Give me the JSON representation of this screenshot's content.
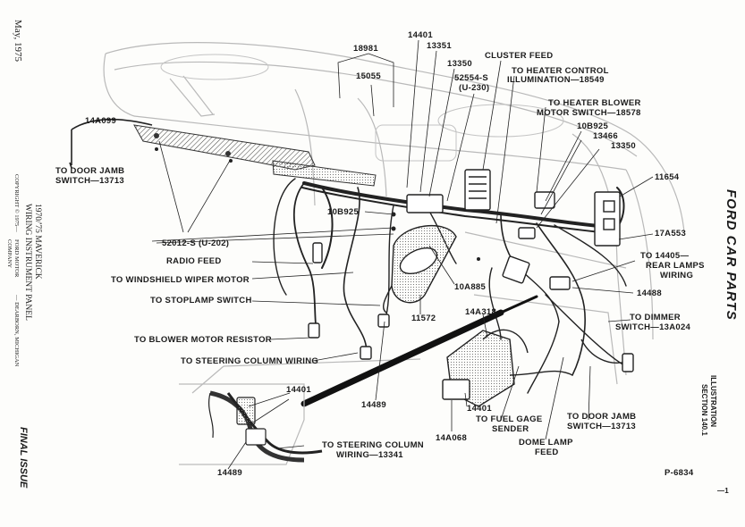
{
  "margin": {
    "date": "May, 1975",
    "copyright": "COPYRIGHT © 1975—",
    "company": "FORD MOTOR COMPANY",
    "location": "— DEARBORN, MICHIGAN",
    "title": "WIRING INSTRUMENT PANEL",
    "model": "1970/'75 MAVERICK",
    "final_issue": "FINAL ISSUE"
  },
  "right_margin": {
    "brand": "FORD CAR PARTS",
    "illustration": "ILLUSTRATION",
    "section": "SECTION 140.1",
    "page_mark": "—1"
  },
  "figure_number": "P-6834",
  "labels": {
    "l18981": "18981",
    "l14401_top": "14401",
    "l13351": "13351",
    "l15055": "15055",
    "l13350_top": "13350",
    "l52554_a": "52554-S",
    "l52554_b": "(U-230)",
    "cluster_feed": "CLUSTER FEED",
    "heater_ctrl_a": "TO HEATER CONTROL",
    "heater_ctrl_b": "ILLUMINATION—18549",
    "heater_blower_a": "TO HEATER BLOWER",
    "heater_blower_b": "MOTOR SWITCH—18578",
    "l10b925_right": "10B925",
    "l13466": "13466",
    "l13350_right": "13350",
    "l11654": "11654",
    "l14a099": "14A099",
    "door_jamb_left_a": "TO DOOR JAMB",
    "door_jamb_left_b": "SWITCH—13713",
    "l10b925_left": "10B925",
    "l52012": "52012-S (U-202)",
    "l17a553": "17A553",
    "rear_lamps_a": "TO 14405—",
    "rear_lamps_b": "REAR LAMPS",
    "rear_lamps_c": "WIRING",
    "radio_feed": "RADIO FEED",
    "wiper": "TO WINDSHIELD WIPER MOTOR",
    "l10a885": "10A885",
    "l14488": "14488",
    "stoplamp": "TO STOPLAMP SWITCH",
    "l11572": "11572",
    "l14a318": "14A318",
    "dimmer_a": "TO DIMMER",
    "dimmer_b": "SWITCH—13A024",
    "blower_resistor": "TO BLOWER MOTOR RESISTOR",
    "steering_col": "TO STEERING COLUMN WIRING",
    "l14401_mid": "14401",
    "l14489_mid": "14489",
    "l14401_bottom": "14401",
    "fuel_gage_a": "TO FUEL GAGE",
    "fuel_gage_b": "SENDER",
    "door_jamb_right_a": "TO DOOR JAMB",
    "door_jamb_right_b": "SWITCH—13713",
    "dome_lamp_a": "DOME LAMP",
    "dome_lamp_b": "FEED",
    "l14a068": "14A068",
    "steering_col_b_a": "TO STEERING COLUMN",
    "steering_col_b_b": "WIRING—13341",
    "l14489_bottom": "14489"
  }
}
